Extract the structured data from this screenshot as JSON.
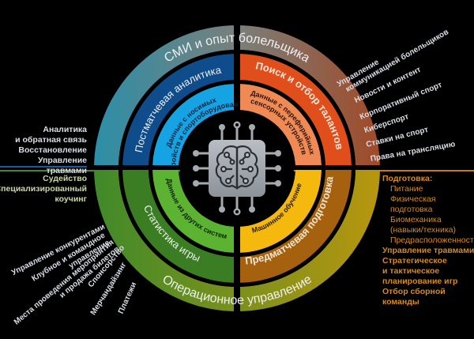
{
  "diagram": {
    "center_icon": "brain-chip-icon",
    "outer_ring": [
      {
        "id": "media",
        "label": "СМИ и опыт болельщика",
        "color_from": "#2b8fa8",
        "color_to": "#a14a27"
      },
      {
        "id": "ops",
        "label": "Операционное управление",
        "color_from": "#3f8a2a",
        "color_to": "#b8960e"
      }
    ],
    "middle_ring": [
      {
        "id": "post",
        "label": "Постматчевая аналитика",
        "color": "#0f4c8c"
      },
      {
        "id": "scout",
        "label": "Поиск и отбор талантов",
        "color": "#e04e1c"
      },
      {
        "id": "stats",
        "label": "Статистика игры",
        "color": "#3b7d23"
      },
      {
        "id": "pre",
        "label": "Предматчевая подготовка",
        "color": "#a5610d"
      }
    ],
    "inner_ring": [
      {
        "id": "wear",
        "label": "Данные с носимых устройств и спортоборудования",
        "color": "#16a3e3"
      },
      {
        "id": "sensor",
        "label": "Данные с переферийных сенсорных устройств",
        "color": "#ef8a54"
      },
      {
        "id": "other",
        "label": "Данные из других систем",
        "color": "#5cb332"
      },
      {
        "id": "ml",
        "label": "Машинное обучение",
        "color": "#f5b80d"
      }
    ],
    "divider_colors": {
      "top": "#1e5aa0",
      "bottom_left": "#3f8a2a",
      "bottom_right": "#c67a14"
    }
  },
  "left_top_list": [
    "Аналитика",
    "и обратная связь",
    "Восстановление",
    "Управление травмами"
  ],
  "left_bottom_list": [
    "Судейство",
    "Специализированный",
    "коучинг"
  ],
  "right_top_list": [
    "Управление\nкоммуникацией болельщиков",
    "Новости и контент",
    "Корпоративный спорт",
    "Киберспорт",
    "Ставки на спорт",
    "Права на трансляцию"
  ],
  "bottom_left_list": [
    "Управление конкурентами",
    "Клубное и командное\nуправление",
    "Места проведения мероприятия\nи продажа билетов",
    "Спонсорство",
    "Мерчандайзинг",
    "Платежи"
  ],
  "right_bottom_list": {
    "heading": "Подготовка:",
    "sub_items": [
      "Питание",
      "Физическая",
      "подготовка",
      "Биомеханика",
      "(навыки/техника)",
      "Предрасположенность"
    ],
    "items": [
      "Управление травмами",
      "Стратегическое",
      "и тактическое",
      "планирование игр",
      "Отбор сборной команды"
    ]
  }
}
